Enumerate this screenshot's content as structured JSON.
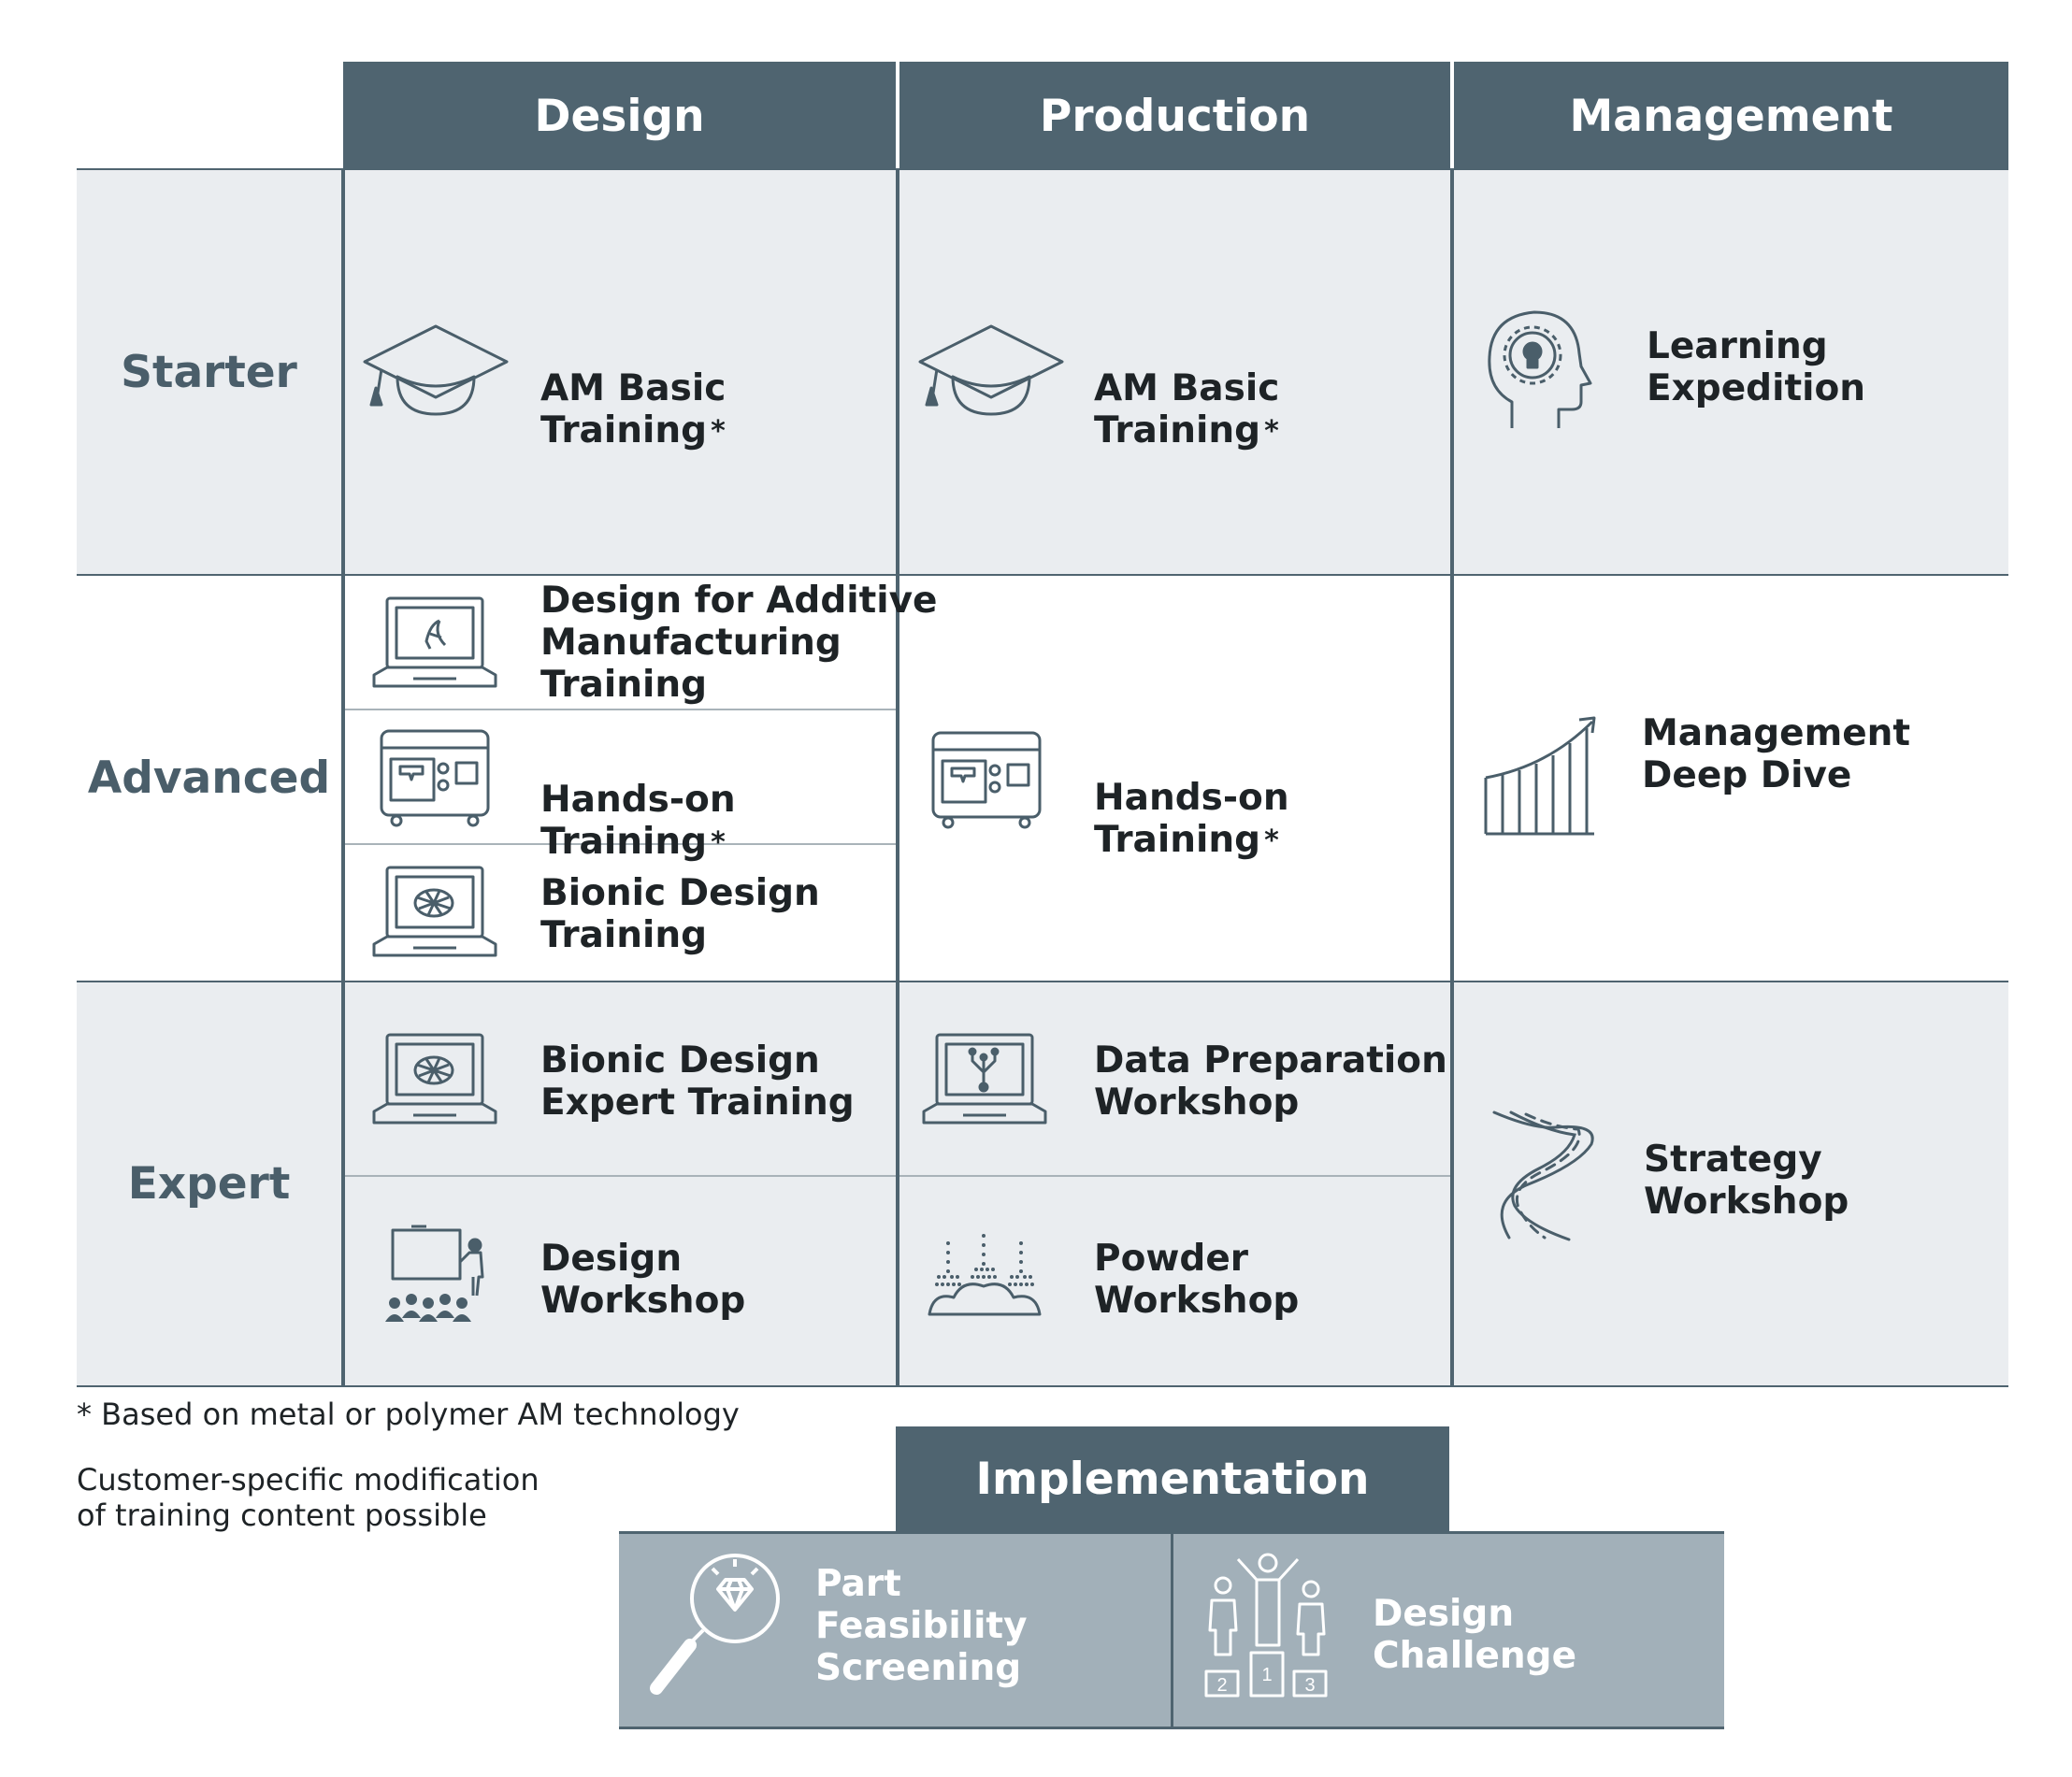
{
  "columns": [
    "Design",
    "Production",
    "Management"
  ],
  "rows": [
    "Starter",
    "Advanced",
    "Expert"
  ],
  "cells": {
    "starter_design": {
      "text": "AM Basic\nTraining",
      "star": "*",
      "icon": "graduation-cap-icon"
    },
    "starter_production": {
      "text": "AM Basic\nTraining",
      "star": "*",
      "icon": "graduation-cap-icon"
    },
    "starter_management": {
      "text": "Learning\nExpedition",
      "icon": "head-gear-lightbulb-icon"
    },
    "advanced_design_1": {
      "text": "Design for Additive\nManufacturing\nTraining",
      "icon": "laptop-design-icon"
    },
    "advanced_design_2": {
      "text": "Hands-on\nTraining",
      "star": "*",
      "icon": "printer-machine-icon"
    },
    "advanced_design_3": {
      "text": "Bionic Design\nTraining",
      "icon": "laptop-bionic-icon"
    },
    "advanced_production": {
      "text": "Hands-on\nTraining",
      "star": "*",
      "icon": "printer-machine-icon"
    },
    "advanced_management": {
      "text": "Management\nDeep Dive",
      "icon": "growth-chart-icon"
    },
    "expert_design_1": {
      "text": "Bionic Design\nExpert Training",
      "icon": "laptop-bionic-icon"
    },
    "expert_design_2": {
      "text": "Design\nWorkshop",
      "icon": "presentation-audience-icon"
    },
    "expert_production_1": {
      "text": "Data Preparation\nWorkshop",
      "icon": "laptop-data-icon"
    },
    "expert_production_2": {
      "text": "Powder\nWorkshop",
      "icon": "powder-icon"
    },
    "expert_management": {
      "text": "Strategy\nWorkshop",
      "icon": "winding-road-icon"
    }
  },
  "notes": {
    "footnote": "* Based on metal or polymer AM technology",
    "custom": "Customer-specific modification\nof training content possible"
  },
  "implementation": {
    "title": "Implementation",
    "items": [
      {
        "text": "Part\nFeasibility\nScreening",
        "icon": "magnifier-diamond-icon"
      },
      {
        "text": "Design\nChallenge",
        "icon": "podium-icon"
      }
    ]
  },
  "colors": {
    "header": "#4f6470",
    "band": "#eaedf0",
    "implementation_box": "#a2b0b9"
  }
}
